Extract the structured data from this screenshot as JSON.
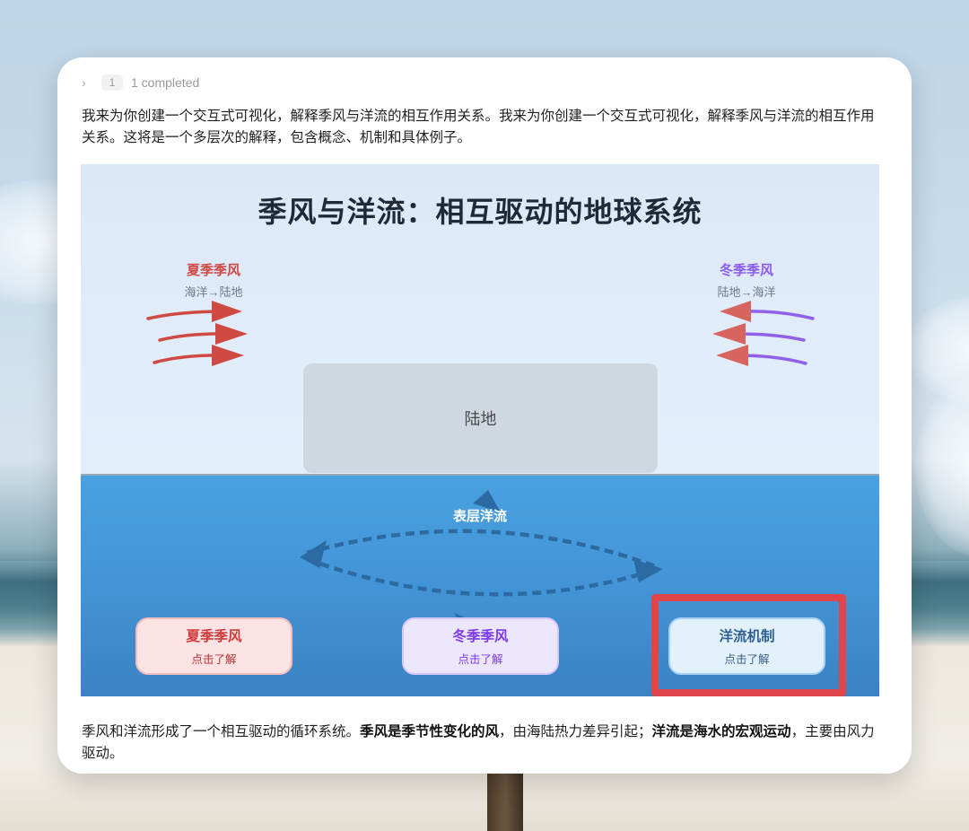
{
  "status": {
    "chevron_icon": "chevron-right-icon",
    "badge": "1",
    "text": "1 completed"
  },
  "intro": "我来为你创建一个交互式可视化，解释季风与洋流的相互作用关系。我来为你创建一个交互式可视化，解释季风与洋流的相互作用关系。这将是一个多层次的解释，包含概念、机制和具体例子。",
  "visualization": {
    "title": "季风与洋流：相互驱动的地球系统",
    "summer_wind": {
      "name": "夏季季风",
      "direction": "海洋→陆地",
      "color": "#d04a44"
    },
    "winter_wind": {
      "name": "冬季季风",
      "direction": "陆地→海洋",
      "color": "#8b5cf6"
    },
    "land_label": "陆地",
    "ocean_label": "表层洋流",
    "buttons": [
      {
        "title": "夏季季风",
        "subtitle": "点击了解",
        "color": "#d03a3a"
      },
      {
        "title": "冬季季风",
        "subtitle": "点击了解",
        "color": "#7c3aed"
      },
      {
        "title": "洋流机制",
        "subtitle": "点击了解",
        "color": "#2d5f93"
      }
    ],
    "highlight_color": "#e0454a"
  },
  "footer": {
    "part1": "季风和洋流形成了一个相互驱动的循环系统。",
    "bold1": "季风是季节性变化的风",
    "part2": "，由海陆热力差异引起；",
    "bold2": "洋流是海水的宏观运动",
    "part3": "，主要由风力驱动。"
  }
}
